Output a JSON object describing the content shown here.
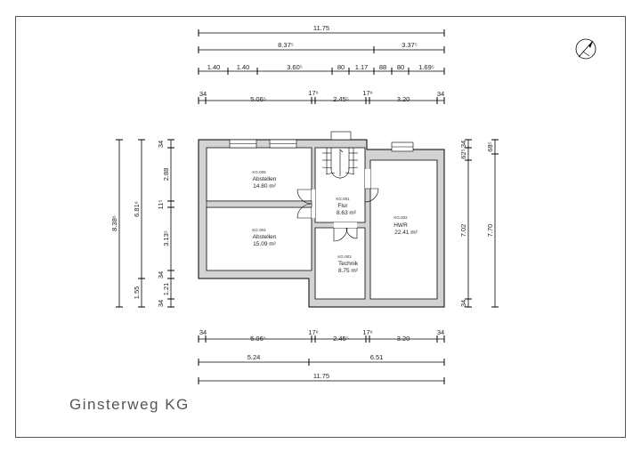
{
  "title": "Ginsterweg  KG",
  "dims": {
    "top": {
      "overall": "11.75",
      "row2": [
        "8.37⁵",
        "3.37⁵"
      ],
      "row3": [
        "1.40",
        "1.40",
        "3.60⁵",
        "80",
        "1.17",
        "88",
        "80",
        "1.69⁵"
      ],
      "row4": [
        "34",
        "5.06⁵",
        "17⁶",
        "2.45⁵",
        "17⁶",
        "3.20",
        "34"
      ]
    },
    "bottom": {
      "row1": [
        "34",
        "5.06⁵",
        "17⁶",
        "2.45⁵",
        "17⁶",
        "3.20",
        "34"
      ],
      "row2": [
        "5.24",
        "6.51"
      ],
      "overall": "11.75"
    },
    "left": {
      "overall": "8.38⁶",
      "mid": [
        "6.81⁶",
        "1.55"
      ],
      "inner": [
        "34",
        "2.88",
        "11⁵",
        "3.13⁵",
        "34",
        "1.21",
        "34"
      ]
    },
    "right": {
      "outer": [
        "68⁵",
        "7.70"
      ],
      "inner": [
        "34",
        "62⁵",
        "7.02",
        "34"
      ]
    }
  },
  "rooms": [
    {
      "id": "KG.001",
      "name": "Flur",
      "area": "8.63 m²"
    },
    {
      "id": "KG.002",
      "name": "HWR",
      "area": "22.41 m²"
    },
    {
      "id": "KG.003",
      "name": "Technik",
      "area": "8.75 m²"
    },
    {
      "id": "KG.004",
      "name": "Abstellen",
      "area": "15.09 m²"
    },
    {
      "id": "KG.005",
      "name": "Abstellen",
      "area": "14.80 m²"
    }
  ]
}
